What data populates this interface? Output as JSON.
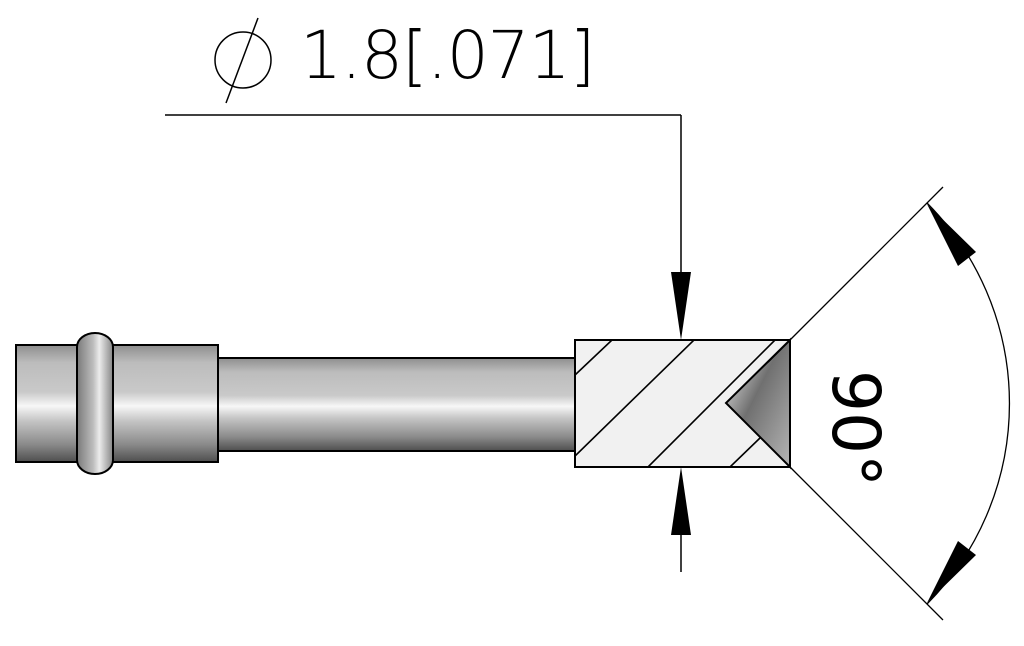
{
  "drawing": {
    "type": "technical-drawing",
    "subject": "pin / probe with conical countersunk tip (section view)",
    "dimensions": {
      "diameter": {
        "symbol": "⌀",
        "value": "1.8",
        "alt_value": "[.071]",
        "label": "1.8[.071]"
      },
      "angle": {
        "value": "90°"
      }
    },
    "colors": {
      "line": "#000000",
      "section_fill": "#f1f1f1",
      "metal_light": "#f5f5f5",
      "metal_mid": "#b8b8b8",
      "metal_dark": "#5a5a5a"
    }
  }
}
